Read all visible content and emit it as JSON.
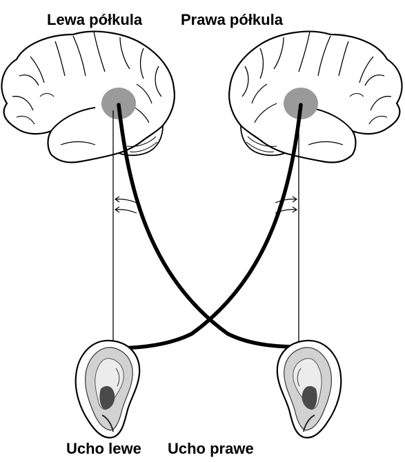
{
  "labels": {
    "left_hemisphere": "Lewa półkula",
    "right_hemisphere": "Prawa półkula",
    "left_ear": "Ucho lewe",
    "right_ear": "Ucho prawe"
  },
  "colors": {
    "outline": "#000000",
    "auditory_cortex": "#9a9a9a",
    "ear_shade": "#d2d2d2",
    "ear_dark": "#4a4a4a"
  }
}
